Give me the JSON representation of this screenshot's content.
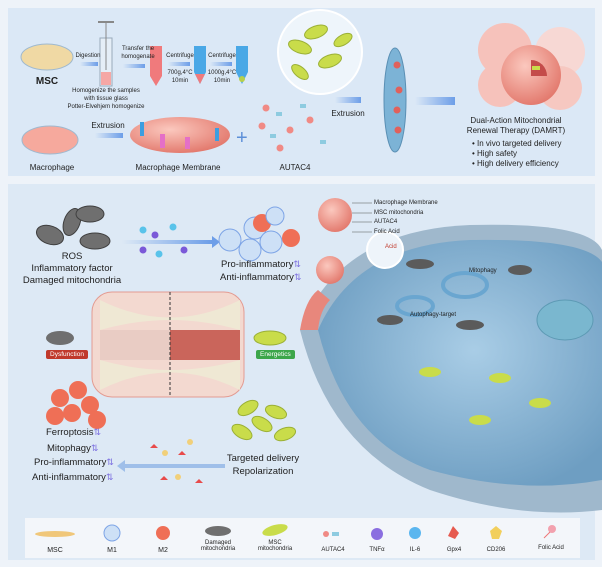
{
  "top_panel": {
    "msc_label": "MSC",
    "digestion": "Digestion",
    "transfer_line1": "Transfer the",
    "transfer_line2": "homogenate",
    "centrifuge1": "Centrifuge",
    "centrifuge1_cond1": "700g,4°C",
    "centrifuge1_cond2": "10min",
    "centrifuge2": "Centrifuge",
    "centrifuge2_cond1": "1000g,4°C",
    "centrifuge2_cond2": "10min",
    "homogenize_line1": "Homogenize the samples",
    "homogenize_line2": "with tissue glass",
    "homogenize_line3": "Potter-Elvehjem homogenize",
    "macrophage_label": "Macrophage",
    "extrusion1": "Extrusion",
    "membrane_label": "Macrophage Membrane",
    "autac4_label": "AUTAC4",
    "extrusion2": "Extrusion",
    "damrt_line1": "Dual-Action Mitochondrial",
    "damrt_line2": "Renewal Therapy (DAMRT)",
    "bullets": [
      "In vivo targeted delivery",
      "High safety",
      "High delivery efficiency"
    ]
  },
  "bottom_panel": {
    "damage_lines": [
      "ROS",
      "Inflammatory factor",
      "Damaged mitochondria"
    ],
    "m1_state": [
      "Pro-inflammatory",
      "Anti-inflammatory"
    ],
    "dysfunction": "Dysfunction",
    "energetics": "Energetics",
    "outcome": [
      "Ferroptosis",
      "Mitophagy",
      "Pro-inflammatory",
      "Anti-inflammatory"
    ],
    "delivery_lines": [
      "Targeted delivery",
      "Repolarization"
    ],
    "callout": [
      "Macrophage Membrane",
      "MSC mitochondria",
      "AUTAC4",
      "Folic Acid"
    ],
    "zoom_label": "Acid",
    "mitophagy": "Mitophagy",
    "autophagy_target": "Autophagy-target",
    "arrow_symbol": "⇅"
  },
  "legend": [
    "MSC",
    "M1",
    "M2",
    "Damaged mitochondria",
    "MSC mitochondria",
    "AUTAC4",
    "TNFα",
    "IL-6",
    "Gpx4",
    "CD206",
    "Folic Acid"
  ],
  "colors": {
    "panel": "#dbe8f6",
    "membrane": "#f2968a",
    "mito": "#c9dc4a",
    "damaged": "#6f6f6f",
    "arrow": "#6d9ee8",
    "cell": "#8fbcd8",
    "dysfunction": "#c0392b",
    "energetics": "#3ca64a"
  }
}
